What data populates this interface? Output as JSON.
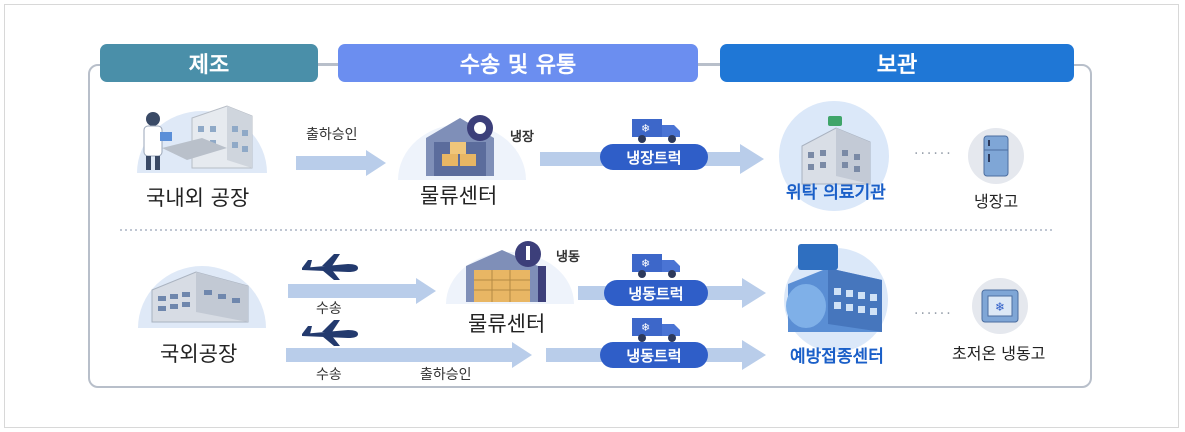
{
  "headers": {
    "manufacturing": "제조",
    "transport": "수송 및 유통",
    "storage": "보관"
  },
  "top_row": {
    "factory_label": "국내외 공장",
    "arrow_label": "출하승인",
    "center_label": "물류센터",
    "center_tag": "냉장",
    "truck_label": "냉장트럭",
    "destination_label": "위탁 의료기관",
    "storage_label": "냉장고"
  },
  "bottom_row": {
    "factory_label": "국외공장",
    "upper_arrow_label": "수송",
    "center_label": "물류센터",
    "center_tag": "냉동",
    "upper_truck_label": "냉동트럭",
    "lower_arrow_label": "수송",
    "lower_approval_label": "출하승인",
    "lower_truck_label": "냉동트럭",
    "destination_label": "예방접종센터",
    "storage_label": "초저온 냉동고"
  },
  "colors": {
    "manufacturing": "#4a8fa9",
    "transport": "#6b8ef0",
    "storage": "#1f77d6",
    "arrow": "#b9cdea",
    "pill": "#2f5ec8"
  }
}
